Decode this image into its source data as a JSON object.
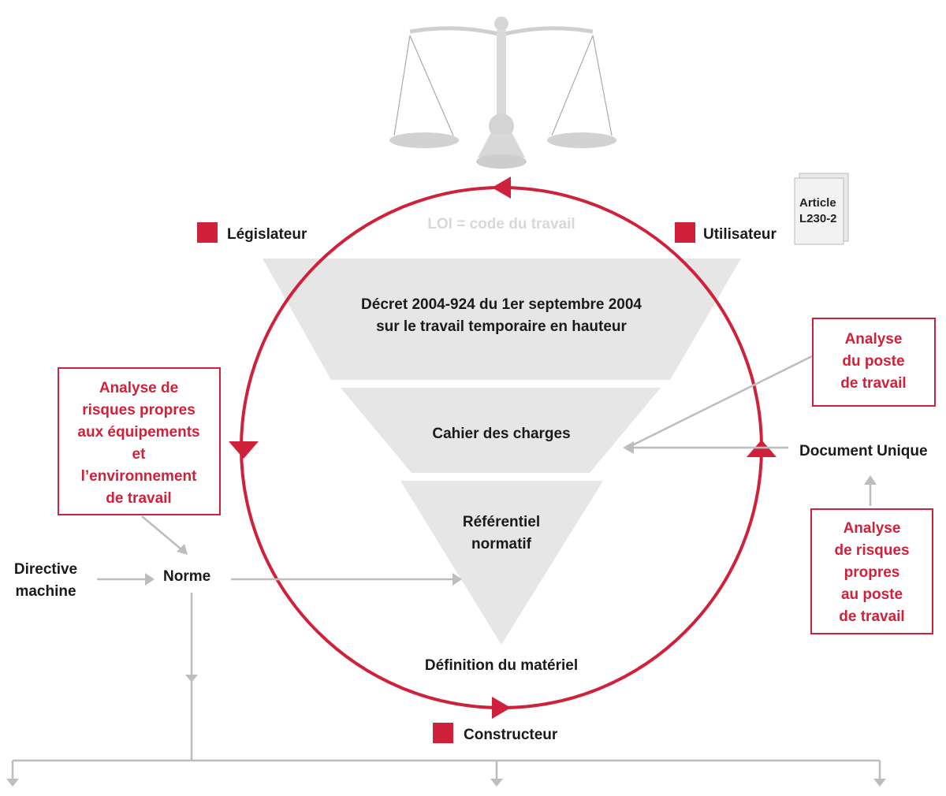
{
  "colors": {
    "accent": "#d0213a",
    "triangle": "#e6e6e6",
    "connector": "#bdbdbd"
  },
  "icons": {
    "top": "scales-of-justice-icon",
    "document": "document-icon"
  },
  "loi": "LOI = code du travail",
  "actors": {
    "legislateur": "Législateur",
    "utilisateur": "Utilisateur",
    "constructeur": "Constructeur"
  },
  "article": {
    "line1": "Article",
    "line2": "L230-2"
  },
  "pyramid": {
    "level1": [
      "Décret 2004-924 du 1er septembre 2004",
      "sur le travail temporaire en hauteur"
    ],
    "level2": [
      "Cahier des charges"
    ],
    "level3": [
      "Référentiel",
      "normatif"
    ],
    "bottom": "Définition du matériel"
  },
  "boxes": {
    "left": [
      "Analyse de",
      "risques propres",
      "aux équipements",
      "et",
      "l’environnement",
      "de travail"
    ],
    "right_top": [
      "Analyse",
      "du poste",
      "de travail"
    ],
    "right_bottom": [
      "Analyse",
      "de risques",
      "propres",
      "au poste",
      "de travail"
    ]
  },
  "nodes": {
    "directive": [
      "Directive",
      "machine"
    ],
    "norme": "Norme",
    "document_unique": "Document Unique"
  }
}
